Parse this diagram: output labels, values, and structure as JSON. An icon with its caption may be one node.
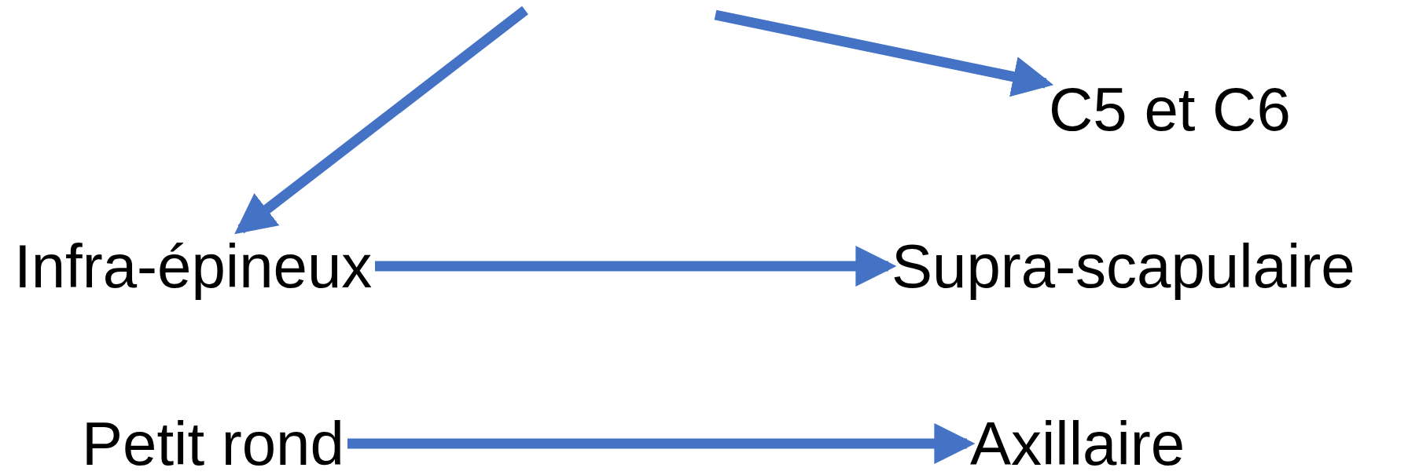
{
  "diagram": {
    "nodes": [
      {
        "text": [
          "C5 et C6"
        ]
      },
      {
        "text": [
          "Infra-épineux"
        ]
      },
      {
        "text": [
          "Supra-scapulaire"
        ]
      },
      {
        "text": [
          "Petit rond"
        ]
      },
      {
        "text": [
          "Axillaire"
        ]
      }
    ],
    "edges": [
      {
        "from": null,
        "to": 1,
        "arrow": "to"
      },
      {
        "from": null,
        "to": 0,
        "arrow": "to"
      },
      {
        "from": 1,
        "to": 2,
        "arrow": "to"
      },
      {
        "from": 3,
        "to": 4,
        "arrow": "to"
      }
    ]
  }
}
